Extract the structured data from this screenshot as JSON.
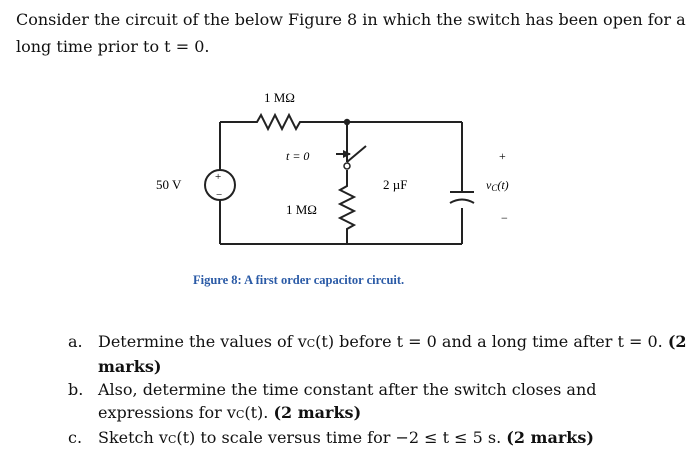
{
  "intro": "Consider the circuit of the below Figure 8 in which the switch has been open for a long time prior to t = 0.",
  "circuit": {
    "r1_label": "1 MΩ",
    "r2_label": "1 MΩ",
    "source_label": "50 V",
    "source_plus": "+",
    "source_minus": "−",
    "switch_label": "t = 0",
    "cap_label": "2 µF",
    "vc_plus": "+",
    "vc_minus": "−",
    "vc_label_v": "v",
    "vc_label_sub": "C",
    "vc_label_t": "(t)"
  },
  "figure_caption": "Figure 8: A first order capacitor circuit.",
  "questions": [
    {
      "marker": "a.",
      "p1": "Determine the values of v",
      "sub": "C",
      "p2": "(t) before t = 0 and a long time after t = 0.",
      "marks": "(2 marks)"
    },
    {
      "marker": "b.",
      "p1": "Also, determine the time constant after the switch closes and expressions for v",
      "sub": "C",
      "p2": "(t).",
      "marks": "(2 marks)"
    },
    {
      "marker": "c.",
      "p1": "Sketch v",
      "sub": "C",
      "p2": "(t) to scale versus time for −2 ≤ t ≤ 5 s.",
      "marks": "(2 marks)"
    }
  ]
}
